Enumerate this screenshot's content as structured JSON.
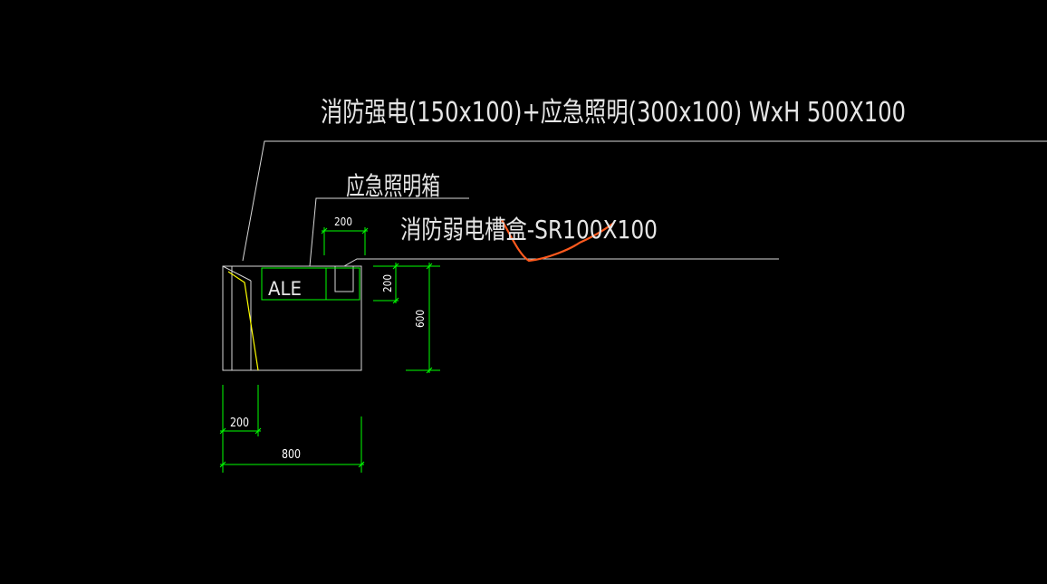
{
  "colors": {
    "background": "#000000",
    "line_white": "#d8d8d8",
    "line_green": "#00ff00",
    "line_yellow": "#ffff00",
    "line_orange": "#ff5a1e"
  },
  "labels": {
    "main_note": "消防强电(150x100)+应急照明(300x100)  WxH 500X100",
    "emergency_box": "应急照明箱",
    "weak_tray": "消防弱电槽盒-SR100X100",
    "panel_tag": "ALE"
  },
  "dimensions": {
    "top_width": "200",
    "side_height_small": "200",
    "side_height_total": "600",
    "bottom_width_small": "200",
    "bottom_width_total": "800"
  }
}
